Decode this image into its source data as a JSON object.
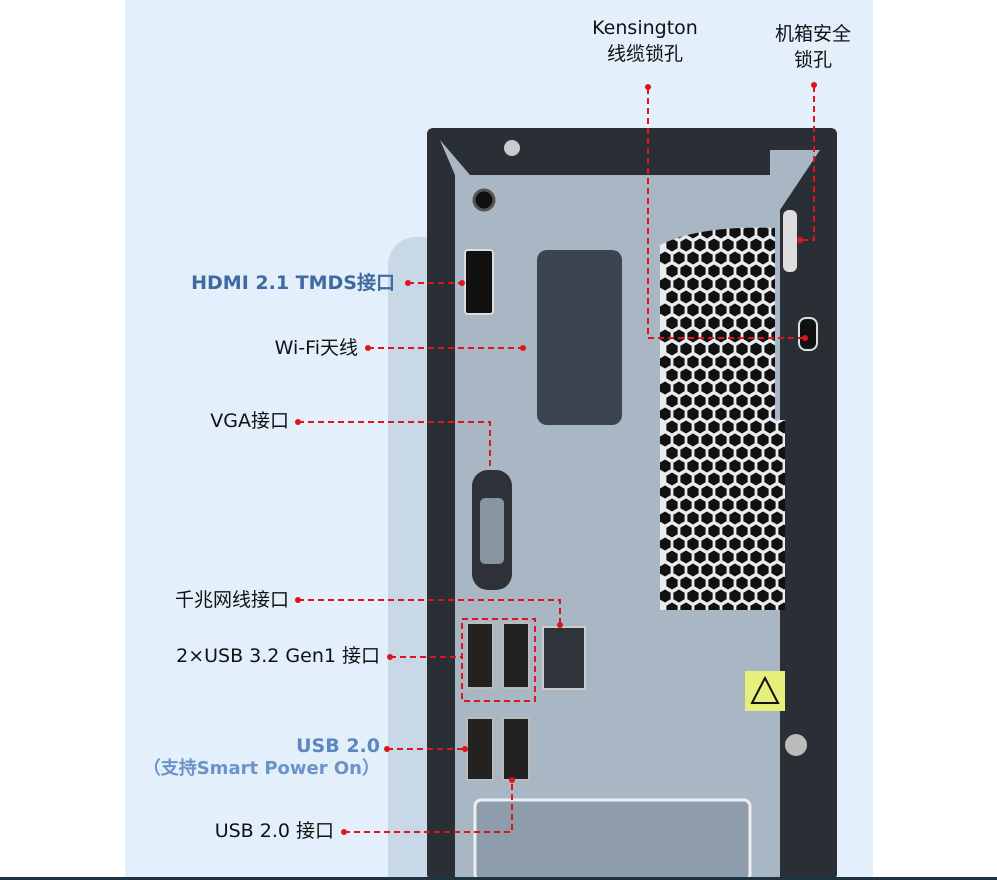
{
  "labels": {
    "kensington": {
      "line1": "Kensington",
      "line2": "线缆锁孔"
    },
    "chassis_lock": {
      "line1": "机箱安全",
      "line2": "锁孔"
    },
    "hdmi": "HDMI 2.1 TMDS接口",
    "wifi": "Wi-Fi天线",
    "vga": "VGA接口",
    "lan": "千兆网线接口",
    "usb32": "2×USB 3.2 Gen1 接口",
    "usb20_spo": {
      "line1": "USB 2.0",
      "line2": "（支持Smart Power On）"
    },
    "usb20": "USB 2.0 接口"
  },
  "colors": {
    "leader": "#e0141e",
    "accent_blue": "#3f6aa0",
    "panel_bg": "#e3effb",
    "case": "#2a2f36",
    "plate": "#a9b6c4"
  }
}
